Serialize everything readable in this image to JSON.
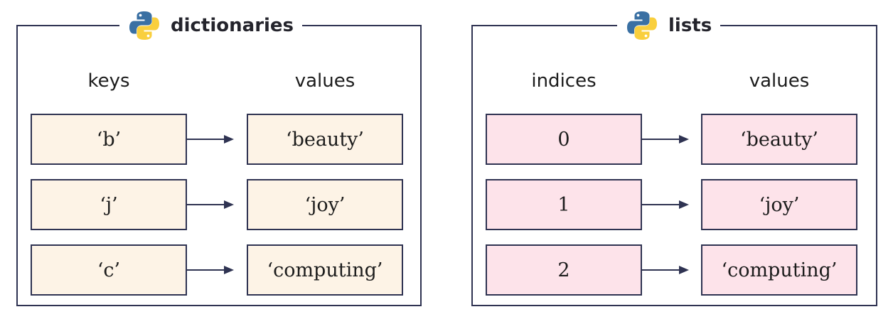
{
  "diagram": {
    "dictionaries": {
      "title": "dictionaries",
      "left_header": "keys",
      "right_header": "values",
      "rows": [
        {
          "left": "‘b’",
          "right": "‘beauty’"
        },
        {
          "left": "‘j’",
          "right": "‘joy’"
        },
        {
          "left": "‘c’",
          "right": "‘computing’"
        }
      ]
    },
    "lists": {
      "title": "lists",
      "left_header": "indices",
      "right_header": "values",
      "rows": [
        {
          "left": "0",
          "right": "‘beauty’"
        },
        {
          "left": "1",
          "right": "‘joy’"
        },
        {
          "left": "2",
          "right": "‘computing’"
        }
      ]
    }
  },
  "icons": {
    "title_icon": "python-logo-icon",
    "connector": "arrow-right-icon"
  },
  "colors": {
    "border": "#2f3352",
    "dict_cell_fill": "#fdf3e6",
    "list_cell_fill": "#fde3ea",
    "python_blue": "#3a70a3",
    "python_yellow": "#f9cf3d"
  }
}
